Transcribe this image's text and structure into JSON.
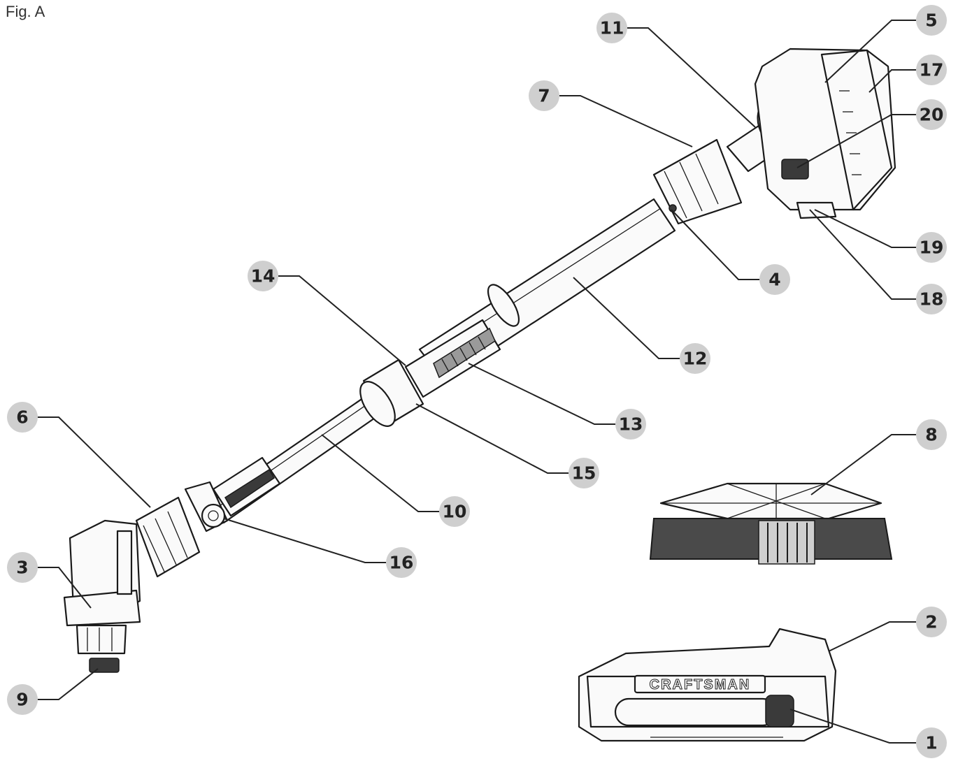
{
  "figure": {
    "title": "Fig. A"
  },
  "battery": {
    "brand": "CRAFTSMAN"
  },
  "callouts": [
    {
      "id": "1",
      "label": "1"
    },
    {
      "id": "2",
      "label": "2"
    },
    {
      "id": "3",
      "label": "3"
    },
    {
      "id": "4",
      "label": "4"
    },
    {
      "id": "5",
      "label": "5"
    },
    {
      "id": "6",
      "label": "6"
    },
    {
      "id": "7",
      "label": "7"
    },
    {
      "id": "8",
      "label": "8"
    },
    {
      "id": "9",
      "label": "9"
    },
    {
      "id": "10",
      "label": "10"
    },
    {
      "id": "11",
      "label": "11"
    },
    {
      "id": "12",
      "label": "12"
    },
    {
      "id": "13",
      "label": "13"
    },
    {
      "id": "14",
      "label": "14"
    },
    {
      "id": "15",
      "label": "15"
    },
    {
      "id": "16",
      "label": "16"
    },
    {
      "id": "17",
      "label": "17"
    },
    {
      "id": "18",
      "label": "18"
    },
    {
      "id": "19",
      "label": "19"
    },
    {
      "id": "20",
      "label": "20"
    }
  ]
}
